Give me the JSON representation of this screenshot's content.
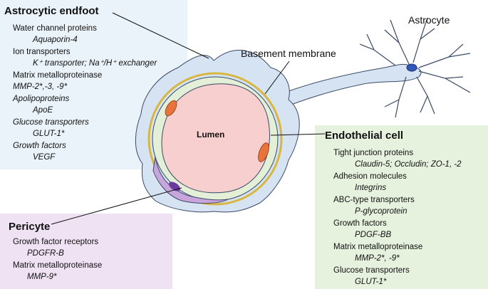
{
  "astrocytic_endfoot": {
    "title": "Astrocytic endfoot",
    "items": [
      {
        "heading": "Water channel proteins",
        "detail": "Aquaporin-4",
        "heading_italic": false
      },
      {
        "heading": "Ion transporters",
        "detail": "K⁺ transporter; Na⁺/H⁺ exchanger",
        "heading_italic": false
      },
      {
        "heading": "Matrix metalloproteinase",
        "detail": "MMP-2*,-3, -9*",
        "heading_italic": false
      },
      {
        "heading": "Apolipoproteins",
        "detail": "ApoE",
        "heading_italic": true
      },
      {
        "heading": "Glucose transporters",
        "detail": "GLUT-1*",
        "heading_italic": true
      },
      {
        "heading": "Growth factors",
        "detail": "VEGF",
        "heading_italic": true
      }
    ]
  },
  "endothelial_cell": {
    "title": "Endothelial cell",
    "items": [
      {
        "heading": "Tight junction proteins",
        "detail": "Claudin-5; Occludin; ZO-1, -2"
      },
      {
        "heading": "Adhesion molecules",
        "detail": "Integrins"
      },
      {
        "heading": "ABC-type transporters",
        "detail": "P-glycoprotein"
      },
      {
        "heading": "Growth factors",
        "detail": "PDGF-BB"
      },
      {
        "heading": "Matrix metalloproteinase",
        "detail": "MMP-2*, -9*"
      },
      {
        "heading": "Glucose transporters",
        "detail": "GLUT-1*"
      }
    ]
  },
  "pericyte": {
    "title": "Pericyte",
    "items": [
      {
        "heading": "Growth factor receptors",
        "detail": "PDGFR-B"
      },
      {
        "heading": "Matrix metalloproteinase",
        "detail": "MMP-9*"
      }
    ]
  },
  "labels": {
    "astrocyte": "Astrocyte",
    "basement_membrane": "Basement membrane",
    "lumen": "Lumen"
  },
  "colors": {
    "astro_panel": "#eaf3f9",
    "endo_panel": "#e6f1de",
    "peri_panel": "#efe3f3",
    "endfoot_fill": "#d5e3f2",
    "endothelium_fill": "#e3efd6",
    "lumen_fill": "#f7cfcf",
    "nucleus_fill": "#e8743b",
    "pericyte_fill": "#c8a6dc",
    "basement_membrane": "#d9b73f"
  }
}
